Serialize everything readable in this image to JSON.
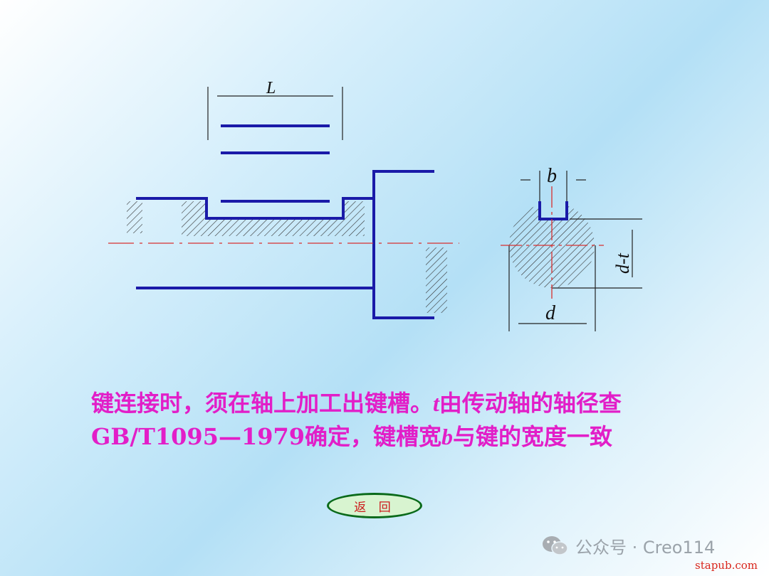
{
  "diagram": {
    "left_view": {
      "length_label": "L"
    },
    "section_view": {
      "width_label": "b",
      "depth_label": "d-t",
      "diameter_label": "d"
    }
  },
  "caption": {
    "line1_pre": "键连接时，须在轴上加工出键槽。",
    "line1_var": "t",
    "line1_post": "由传动轴的轴径查",
    "line2_pre": "GB/T1095—1979确定，键槽宽",
    "line2_var": "b",
    "line2_post": "与键的宽度一致"
  },
  "back_button": {
    "label": "返 回"
  },
  "watermark": {
    "text": "公众号 · Creo114",
    "icon": "wechat-icon"
  },
  "site_label": "stapub.com",
  "colors": {
    "line_blue": "#1a1aa8",
    "caption_magenta": "#e21ec8",
    "centerline_red": "#d83030",
    "button_green": "#0a6a1a"
  }
}
